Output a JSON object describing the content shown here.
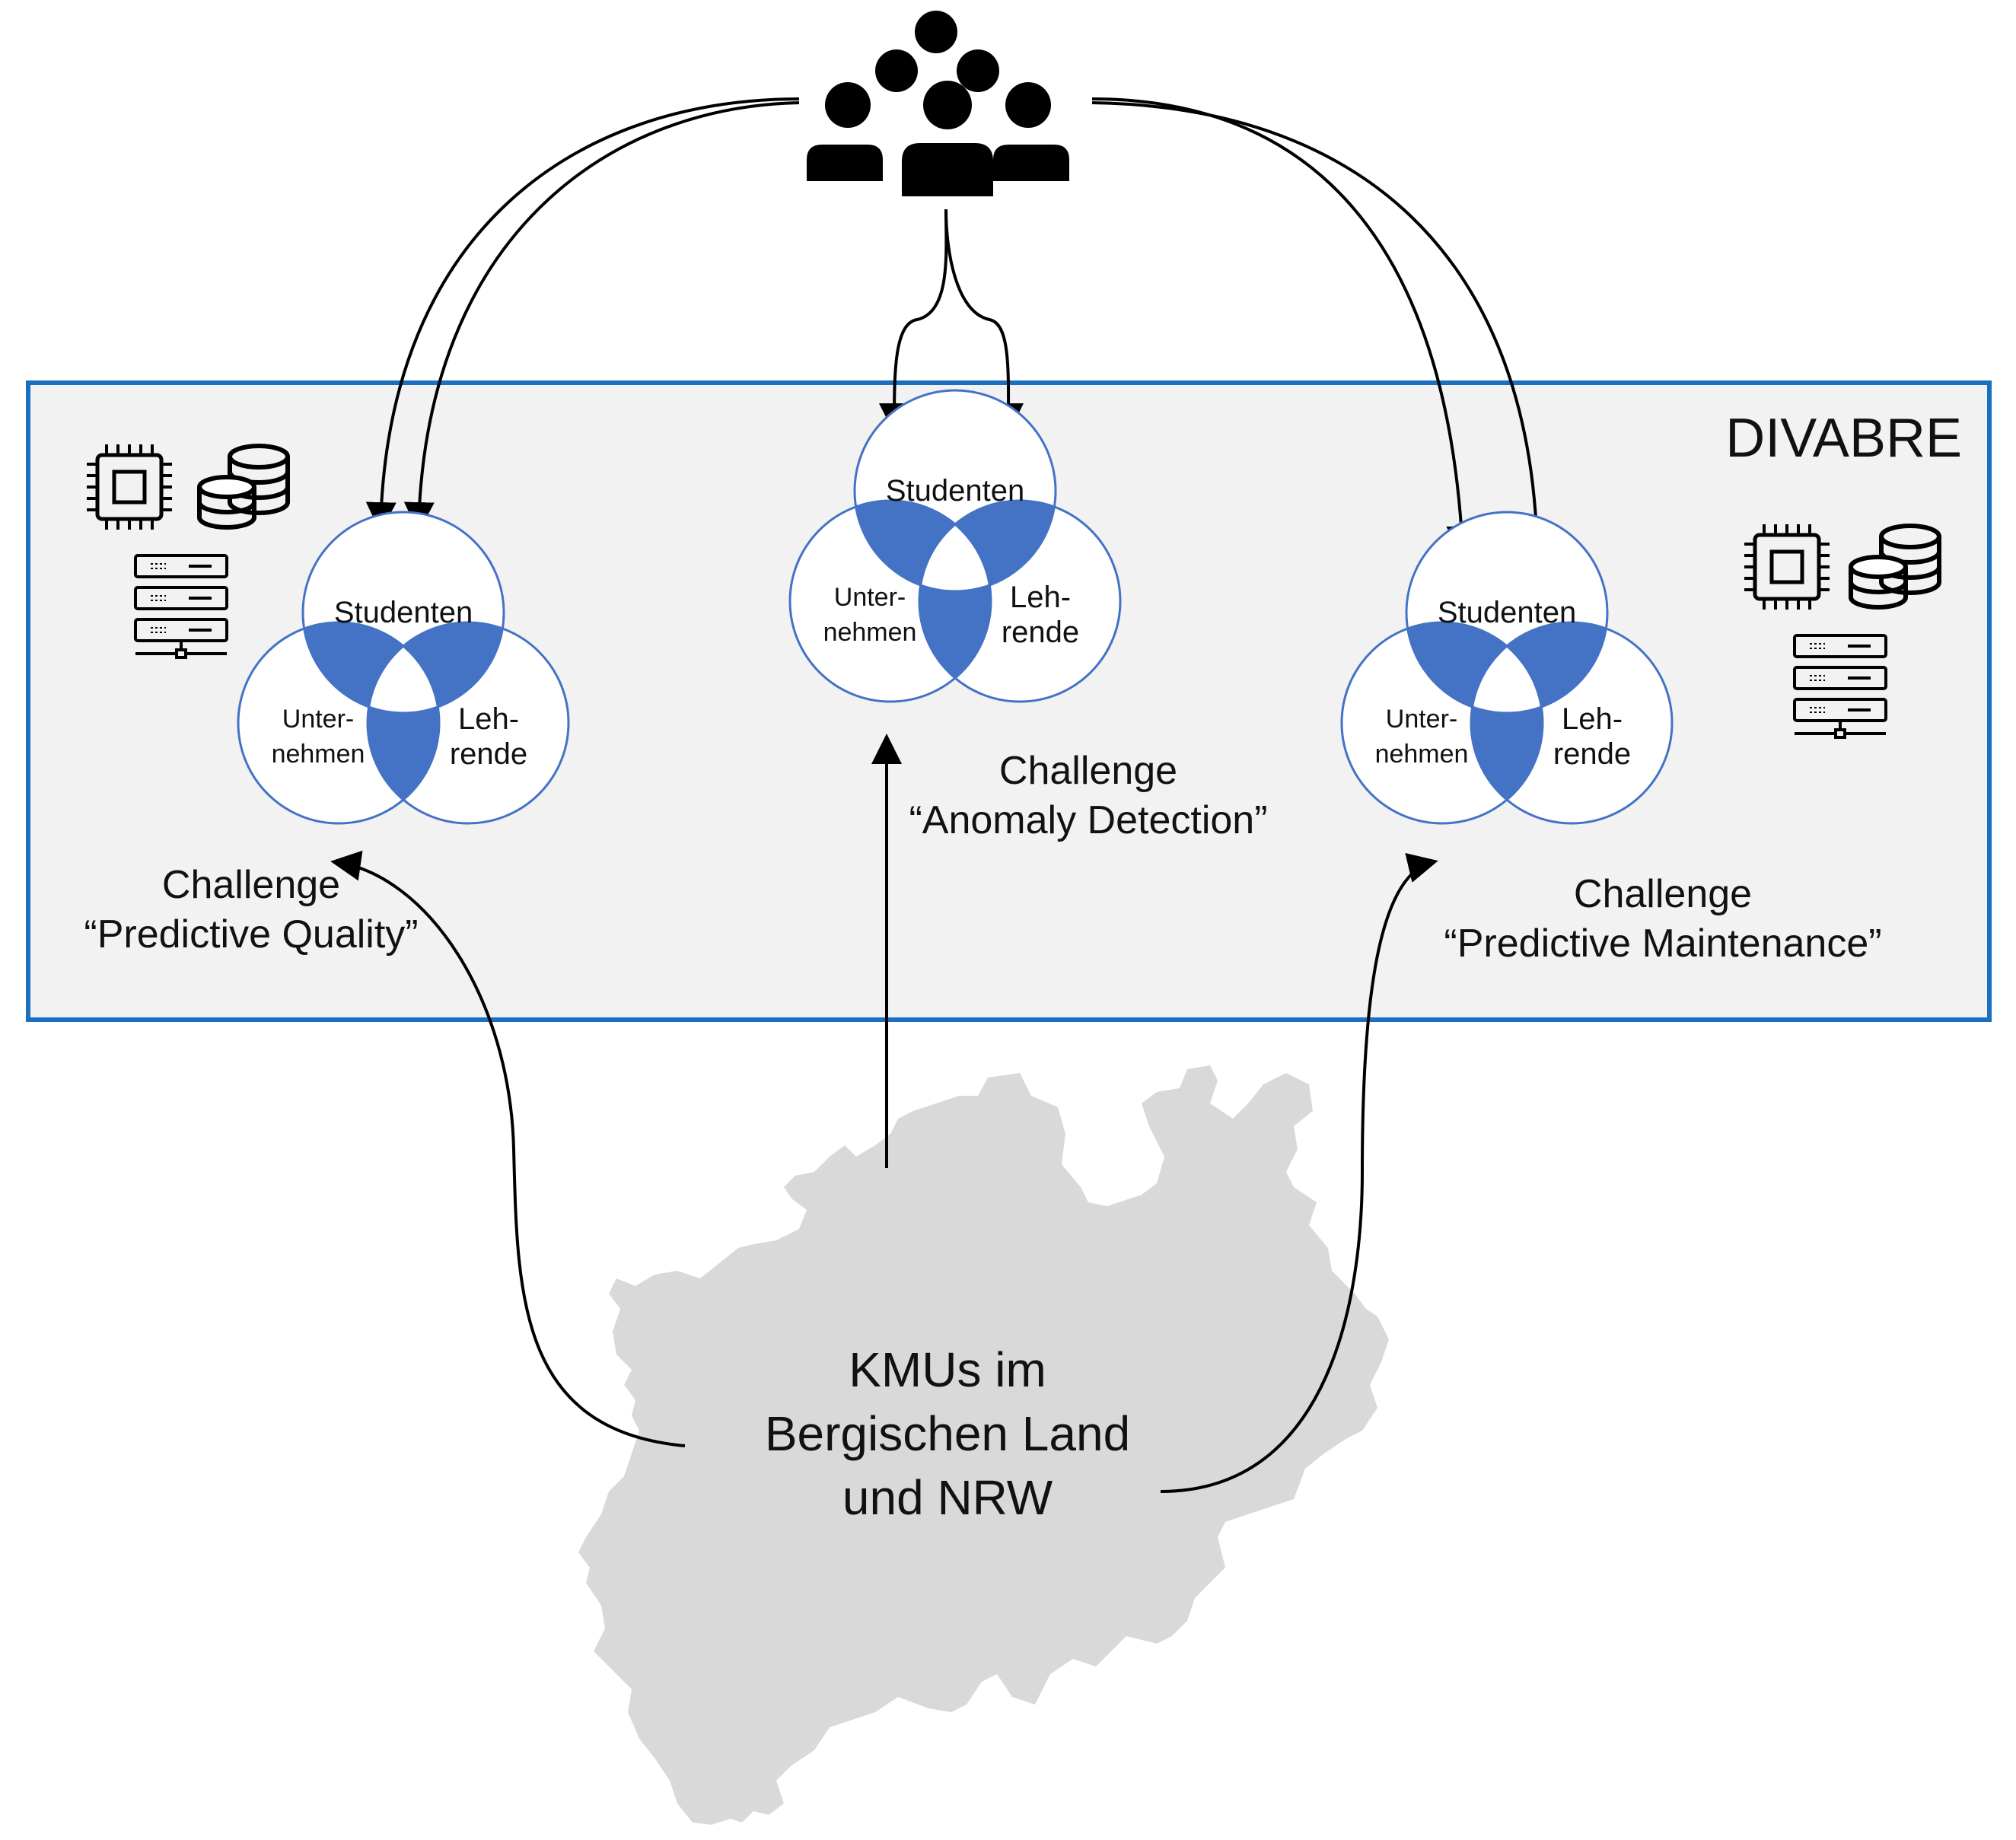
{
  "colors": {
    "frame_border": "#1a6fc0",
    "frame_fill": "#f2f2f2",
    "circle_stroke": "#4472c4",
    "overlap_fill": "#4472c4",
    "map_fill": "#d9d9d9",
    "arrows": "#000000",
    "icons": "#000000"
  },
  "frame": {
    "title": "DIVABRE"
  },
  "group_icon": "people-group-icon",
  "venns": [
    {
      "id": "predictive-quality",
      "students": "Studenten",
      "companies_1": "Unter-",
      "companies_2": "nehmen",
      "teachers_1": "Leh-",
      "teachers_2": "rende",
      "challenge_line1": "Challenge",
      "challenge_line2": "“Predictive Quality”"
    },
    {
      "id": "anomaly-detection",
      "students": "Studenten",
      "companies_1": "Unter-",
      "companies_2": "nehmen",
      "teachers_1": "Leh-",
      "teachers_2": "rende",
      "challenge_line1": "Challenge",
      "challenge_line2": "“Anomaly Detection”"
    },
    {
      "id": "predictive-maintenance",
      "students": "Studenten",
      "companies_1": "Unter-",
      "companies_2": "nehmen",
      "teachers_1": "Leh-",
      "teachers_2": "rende",
      "challenge_line1": "Challenge",
      "challenge_line2": "“Predictive Maintenance”"
    }
  ],
  "infrastructure_icons": [
    "cpu-chip-icon",
    "database-icon",
    "server-rack-icon"
  ],
  "map": {
    "line1": "KMUs im",
    "line2": "Bergischen Land",
    "line3": "und NRW"
  }
}
